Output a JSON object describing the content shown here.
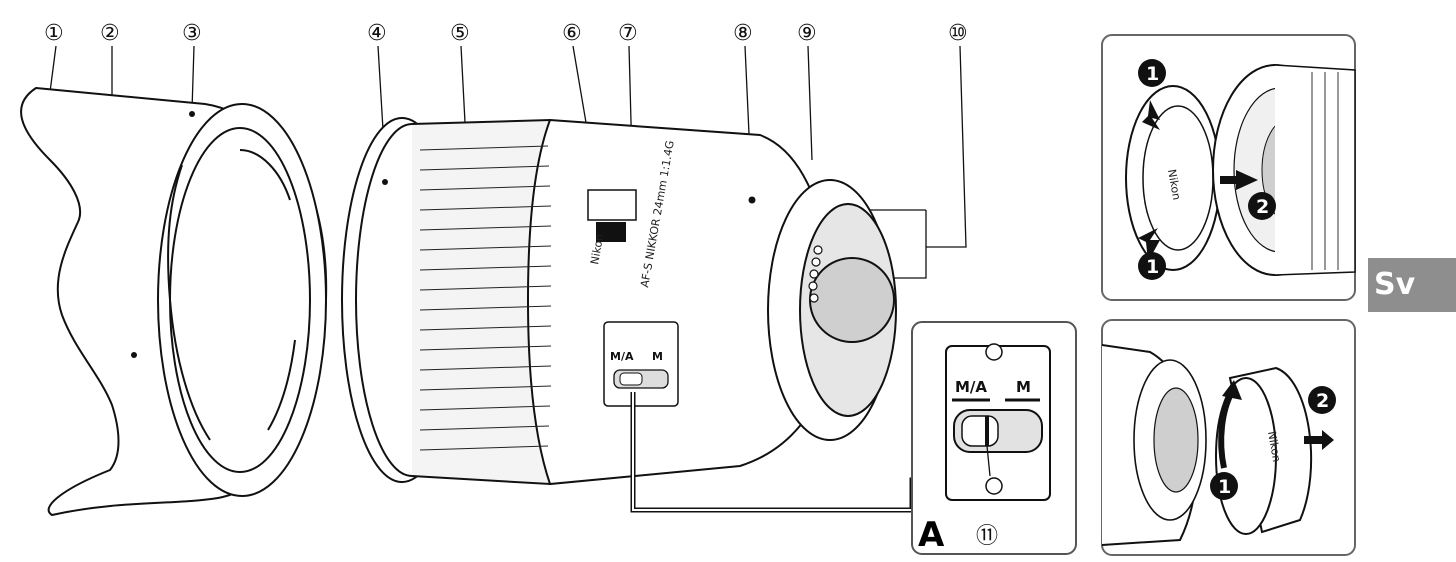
{
  "callouts": [
    "①",
    "②",
    "③",
    "④",
    "⑤",
    "⑥",
    "⑦",
    "⑧",
    "⑨",
    "⑩",
    "⑪"
  ],
  "inset_a": {
    "label": "A",
    "switch_ma": "M/A",
    "switch_m": "M"
  },
  "lens_switch": {
    "ma": "M/A",
    "m": "M"
  },
  "lens_text": {
    "brand": "Nikon",
    "model": "AF-S NIKKOR 24mm 1:1.4G"
  },
  "cap_brand": "Nikon",
  "steps": {
    "one": "1",
    "two": "2"
  },
  "language_tab": "Sv"
}
